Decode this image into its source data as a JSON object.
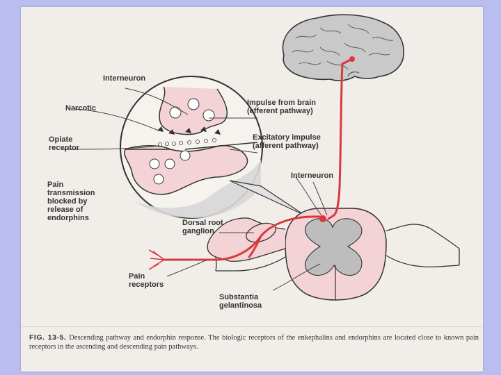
{
  "labels": {
    "interneuron_top": "Interneuron",
    "narcotic": "Narcotic",
    "opiate_receptor": "Opiate\nreceptor",
    "pain_blocked": "Pain\ntransmission\nblocked by\nrelease of\nendorphins",
    "impulse_from_brain": "Impulse from brain\n(efferent pathway)",
    "excitatory_impulse": "Excitatory impulse\n(afferent pathway)",
    "interneuron_right": "Interneuron",
    "dorsal_root_ganglion": "Dorsal root\nganglion",
    "pain_receptors": "Pain\nreceptors",
    "substantia_gelatinosa": "Substantia\ngelantinosa"
  },
  "caption": {
    "fig": "FIG. 13-5.",
    "text": "Descending pathway and endorphin response. The biologic receptors of the enkephalins and endorphins are located close to known pain receptors in the ascending and descending pain pathways."
  },
  "colors": {
    "background": "#b9bdf0",
    "paper": "#f1ede8",
    "pathway": "#d9393e",
    "pink": "#f3d3d5",
    "outline": "#333333",
    "brain": "#c9c9c9"
  }
}
